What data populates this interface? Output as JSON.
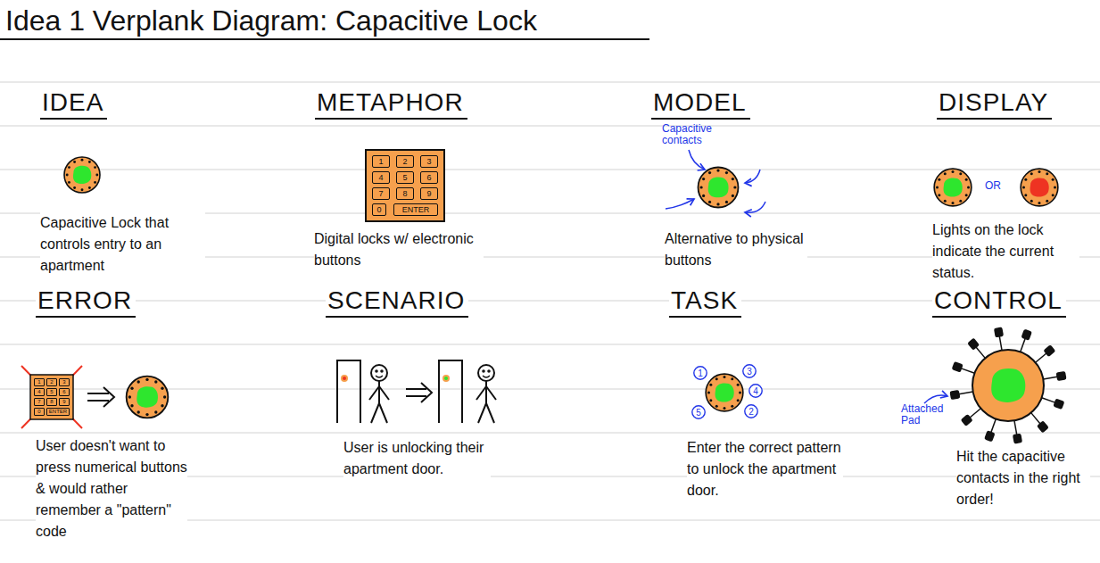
{
  "diagram": {
    "title": "Idea 1 Verplank Diagram: Capacitive Lock",
    "nodes": [
      {
        "text": [
          "1"
        ]
      },
      {
        "text": [
          "2"
        ]
      },
      {
        "text": [
          "3"
        ]
      },
      {
        "text": [
          "4"
        ]
      },
      {
        "text": [
          "5"
        ]
      },
      {
        "text": [
          "6"
        ]
      },
      {
        "text": [
          "7"
        ]
      },
      {
        "text": [
          "8"
        ]
      },
      {
        "text": [
          "9"
        ]
      },
      {
        "text": [
          "0"
        ]
      },
      {
        "text": [
          "ENTER"
        ]
      },
      {
        "text": [
          "1"
        ]
      },
      {
        "text": [
          "2"
        ]
      },
      {
        "text": [
          "3"
        ]
      },
      {
        "text": [
          "4"
        ]
      },
      {
        "text": [
          "5"
        ]
      },
      {
        "text": [
          "6"
        ]
      },
      {
        "text": [
          "7"
        ]
      },
      {
        "text": [
          "8"
        ]
      },
      {
        "text": [
          "9"
        ]
      },
      {
        "text": [
          "0"
        ]
      },
      {
        "text": [
          "ENTER"
        ]
      },
      {
        "text": [
          "1"
        ]
      },
      {
        "text": [
          "3"
        ]
      },
      {
        "text": [
          "4"
        ]
      },
      {
        "text": [
          "2"
        ]
      },
      {
        "text": [
          "5"
        ]
      }
    ],
    "labels": [
      "IDEA",
      "Capacitive Lock that controls entry to an apartment",
      "METAPHOR",
      "Digital locks w/ electronic buttons",
      "MODEL",
      "Capacitive contacts",
      "Alternative to physical buttons",
      "DISPLAY",
      "OR",
      "Lights on the lock indicate the current status.",
      "ERROR",
      "User doesn't want to press numerical buttons & would rather remember a \"pattern\" code",
      "SCENARIO",
      "User is unlocking their apartment door.",
      "TASK",
      "Enter the correct pattern to unlock the apartment door.",
      "CONTROL",
      "Attached Pad",
      "Hit the capacitive contacts in the right order!"
    ]
  }
}
